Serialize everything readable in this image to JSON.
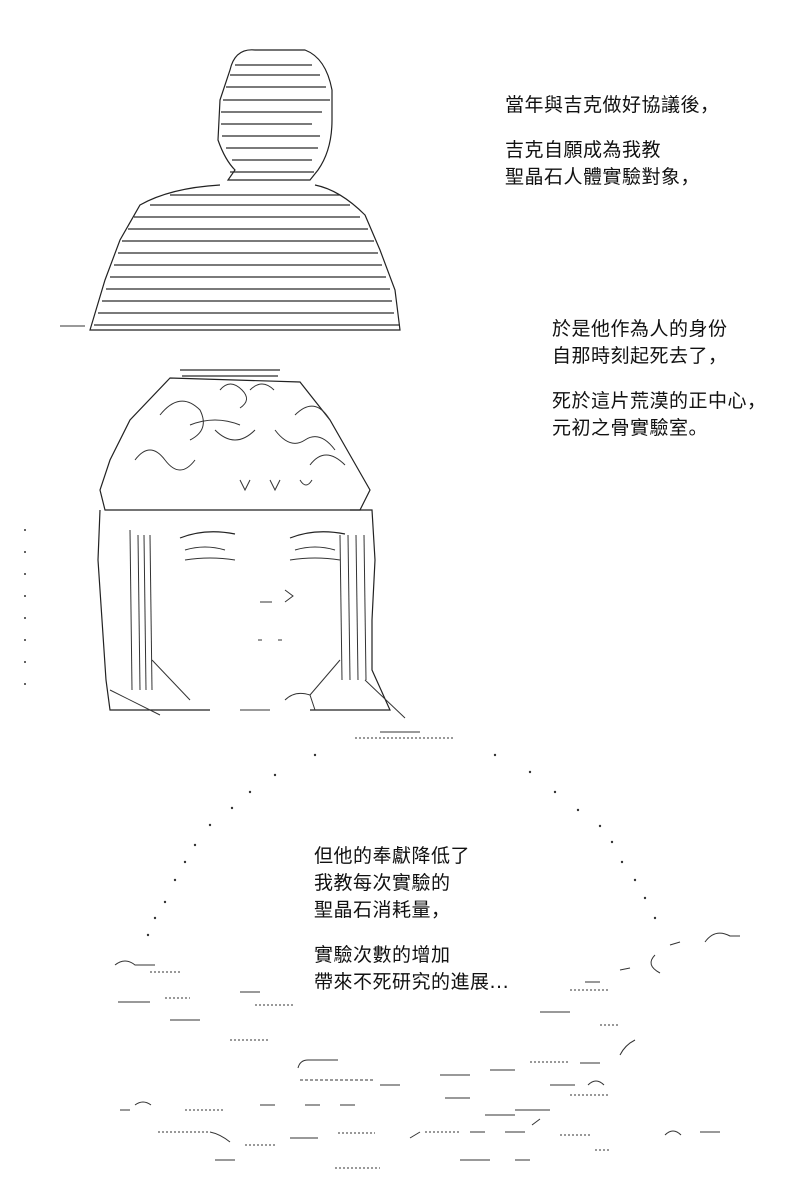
{
  "panels": {
    "panel1": {
      "caption": [
        [
          "當年與吉克做好協議後，"
        ],
        [
          "吉克自願成為我教",
          "聖晶石人體實驗對象，"
        ]
      ]
    },
    "panel2": {
      "caption": [
        [
          "於是他作為人的身份",
          "自那時刻起死去了，"
        ],
        [
          "死於這片荒漠的正中心，",
          "元初之骨實驗室。"
        ]
      ]
    },
    "panel3": {
      "caption": [
        [
          "但他的奉獻降低了",
          "我教每次實驗的",
          "聖晶石消耗量，"
        ],
        [
          "實驗次數的增加",
          "帶來不死研究的進展..."
        ]
      ]
    }
  }
}
